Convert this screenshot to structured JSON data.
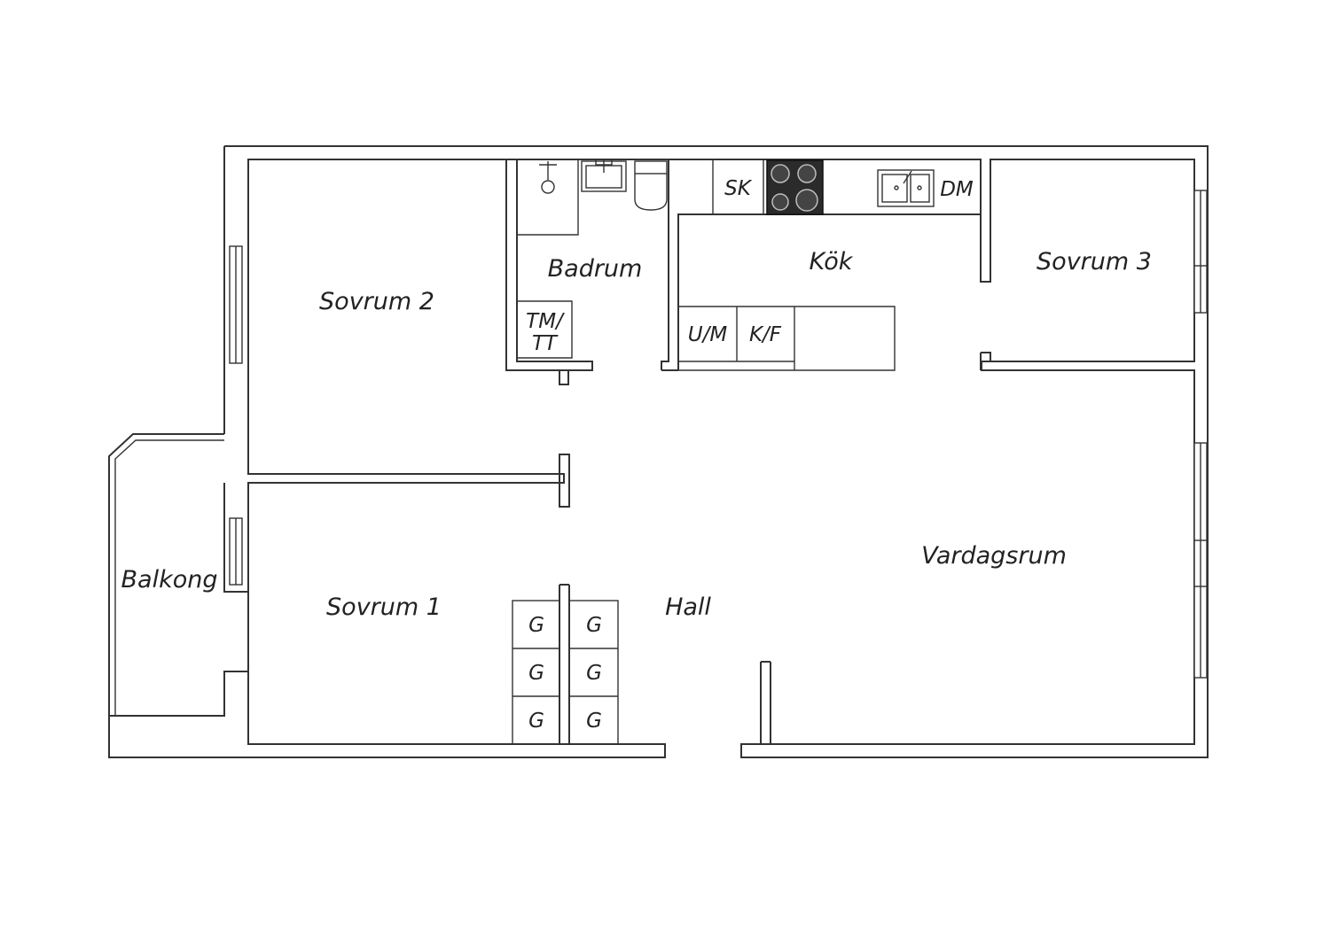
{
  "rooms": {
    "sovrum2": "Sovrum 2",
    "badrum": "Badrum",
    "kok": "Kök",
    "sovrum3": "Sovrum 3",
    "sovrum1": "Sovrum 1",
    "hall": "Hall",
    "vardagsrum": "Vardagsrum",
    "balkong": "Balkong"
  },
  "fixtures": {
    "sk": "SK",
    "dm": "DM",
    "um": "U/M",
    "kf": "K/F",
    "tm_line1": "TM/",
    "tm_line2": "TT",
    "wardrobes": [
      "G",
      "G",
      "G",
      "G",
      "G",
      "G"
    ]
  },
  "colors": {
    "wall": "#333333",
    "stove": "#2b2b2b",
    "background": "#ffffff"
  }
}
